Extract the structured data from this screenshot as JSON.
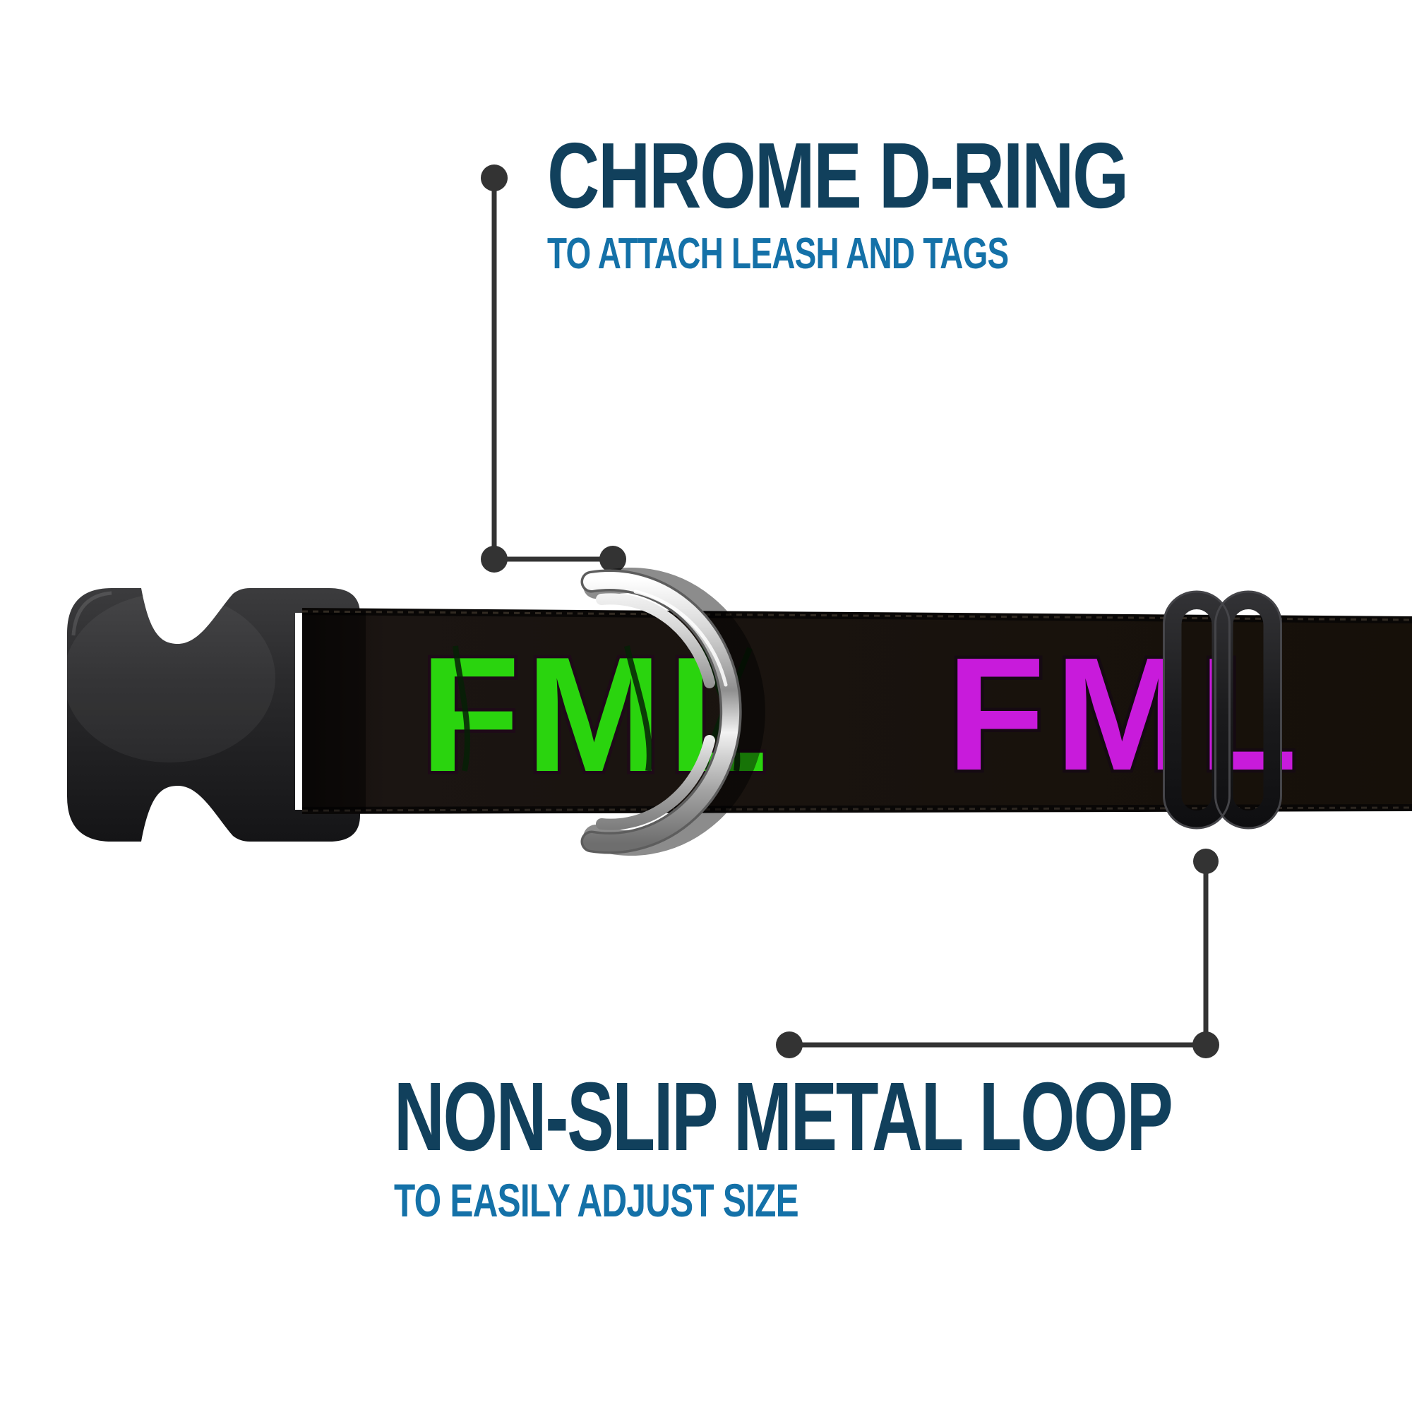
{
  "callouts": [
    {
      "id": "chrome-d-ring",
      "title": "CHROME D-RING",
      "subtitle": "TO ATTACH LEASH AND TAGS"
    },
    {
      "id": "non-slip-metal-loop",
      "title": "NON-SLIP METAL LOOP",
      "subtitle": "TO EASILY ADJUST SIZE"
    }
  ],
  "collar": {
    "left_print": {
      "text": "FML",
      "color": "#2ad40e"
    },
    "right_print": {
      "text": "FML",
      "color": "#c81bdb"
    },
    "webbing_color": "#18120f",
    "buckle_color": "#28282a",
    "slider_color": "#1b1b1d",
    "dring_color": "#c9c9c9"
  },
  "colors": {
    "title": "#11405c",
    "subtitle": "#1471a8",
    "callout": "#333333",
    "background": "#ffffff"
  }
}
